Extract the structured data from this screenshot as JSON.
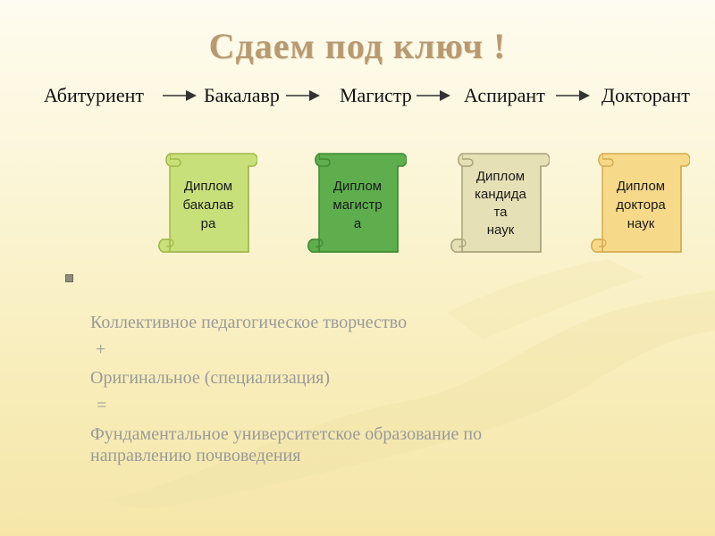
{
  "slide": {
    "title": "Сдаем под ключ !",
    "path": [
      "Абитуриент",
      "Бакалавр",
      "Магистр",
      "Аспирант",
      "Докторант"
    ],
    "diplomas": [
      {
        "lines": [
          "Диплом",
          "бакалав",
          "ра"
        ],
        "color": "#c8e07a",
        "edge": "#9fb84a"
      },
      {
        "lines": [
          "Диплом",
          "магистр",
          "а"
        ],
        "color": "#5fae4e",
        "edge": "#3f8a34"
      },
      {
        "lines": [
          "Диплом",
          "кандида",
          "та",
          "наук"
        ],
        "color": "#e6e0b6",
        "edge": "#a9a27a"
      },
      {
        "lines": [
          "Диплом",
          "доктора",
          "наук"
        ],
        "color": "#f7d98a",
        "edge": "#d4ac4e"
      }
    ],
    "body": {
      "line1": "Коллективное педагогическое творчество",
      "plus": "+",
      "line2": "Оригинальное (специализация)",
      "equals": "=",
      "line3a": "Фундаментальное университетское образование по",
      "line3b": "направлению почвоведения"
    }
  }
}
